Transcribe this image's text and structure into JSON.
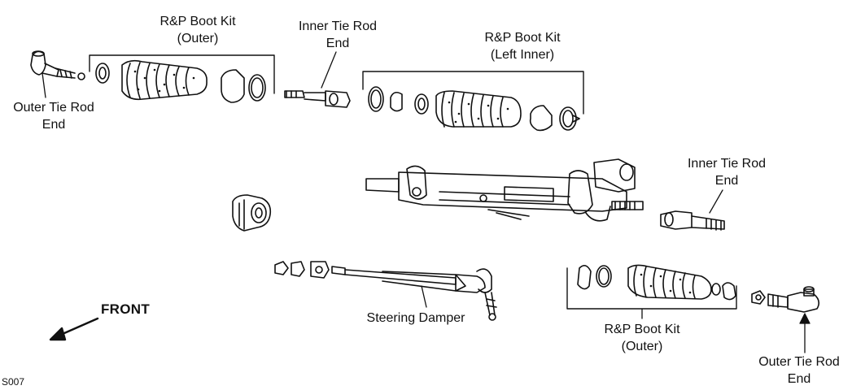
{
  "diagram_code": "S007",
  "front_label": "FRONT",
  "labels": {
    "boot_kit_outer_top": [
      "R&P Boot Kit",
      "(Outer)"
    ],
    "inner_tie_rod_top": [
      "Inner Tie Rod",
      "End"
    ],
    "boot_kit_left_inner": [
      "R&P Boot Kit",
      "(Left Inner)"
    ],
    "outer_tie_rod_left": [
      "Outer Tie Rod",
      "End"
    ],
    "inner_tie_rod_right": [
      "Inner Tie Rod",
      "End"
    ],
    "steering_damper": "Steering Damper",
    "boot_kit_outer_bottom": [
      "R&P Boot Kit",
      "(Outer)"
    ],
    "outer_tie_rod_right": [
      "Outer Tie Rod",
      "End"
    ]
  }
}
